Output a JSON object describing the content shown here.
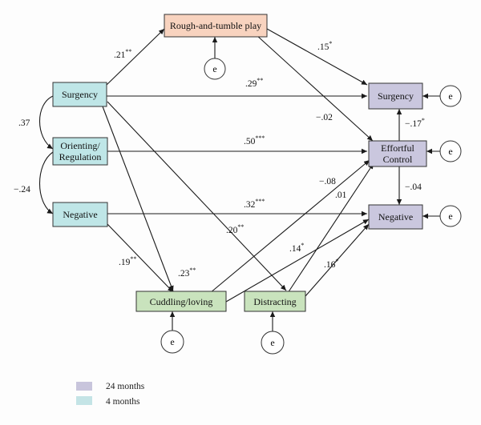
{
  "nodes": {
    "surgency_4": "Surgency",
    "orienting_4": [
      "Orienting/",
      "Regulation"
    ],
    "negative_4": "Negative",
    "rough_play": "Rough-and-tumble play",
    "cuddling": "Cuddling/loving",
    "distracting": "Distracting",
    "surgency_24": "Surgency",
    "effortful_24": [
      "Effortful",
      "Control"
    ],
    "negative_24": "Negative",
    "error_label": "e"
  },
  "paths": {
    "surg_rough": {
      "value": ".21",
      "sig": "**"
    },
    "rough_surg24": {
      "value": ".15",
      "sig": "*"
    },
    "surg_surg24": {
      "value": ".29",
      "sig": "**"
    },
    "rough_effort": {
      "value": "−.02",
      "sig": ""
    },
    "orient_effort": {
      "value": ".50",
      "sig": "***"
    },
    "effort_surg24": {
      "value": "−.17",
      "sig": "*"
    },
    "effort_neg24": {
      "value": "−.04",
      "sig": ""
    },
    "cuddle_effort": {
      "value": "−.08",
      "sig": ""
    },
    "distract_effort": {
      "value": ".01",
      "sig": ""
    },
    "neg_neg24": {
      "value": ".32",
      "sig": "***"
    },
    "surg_distract": {
      "value": ".20",
      "sig": "**"
    },
    "neg_cuddle": {
      "value": ".19",
      "sig": "**"
    },
    "surg_cuddle": {
      "value": ".23",
      "sig": "**"
    },
    "cuddle_neg24": {
      "value": ".14",
      "sig": "*"
    },
    "distract_neg24": {
      "value": ".16",
      "sig": "*"
    }
  },
  "correlations": {
    "surg_orient": ".37",
    "orient_neg": "−.24"
  },
  "legend": [
    {
      "label": "24 months",
      "color": "#c8c5dc"
    },
    {
      "label": "4 months",
      "color": "#c4e4e6"
    }
  ],
  "colors": {
    "four_months": "#bfe6e7",
    "twenty_four_months": "#cac7de",
    "rough_play": "#f8d3bf",
    "parenting": "#c9e3bd"
  }
}
